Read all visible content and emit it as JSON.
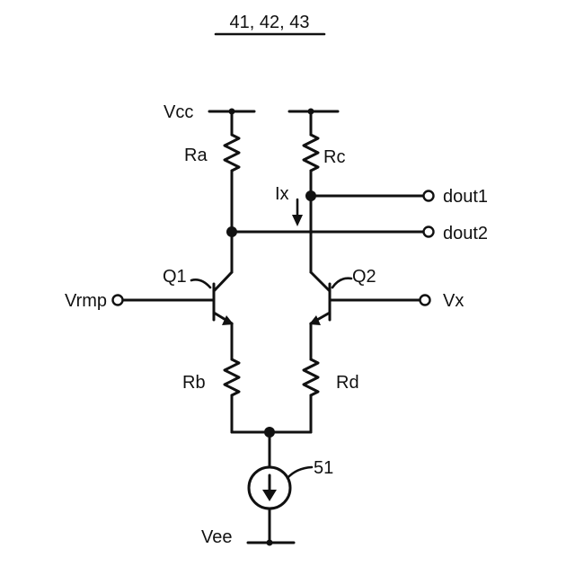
{
  "title": "41, 42, 43",
  "labels": {
    "vcc": "Vcc",
    "ra": "Ra",
    "rc": "Rc",
    "ix": "Ix",
    "dout1": "dout1",
    "dout2": "dout2",
    "q1": "Q1",
    "q2": "Q2",
    "vrmp": "Vrmp",
    "vx": "Vx",
    "rb": "Rb",
    "rd": "Rd",
    "source": "51",
    "vee": "Vee"
  }
}
